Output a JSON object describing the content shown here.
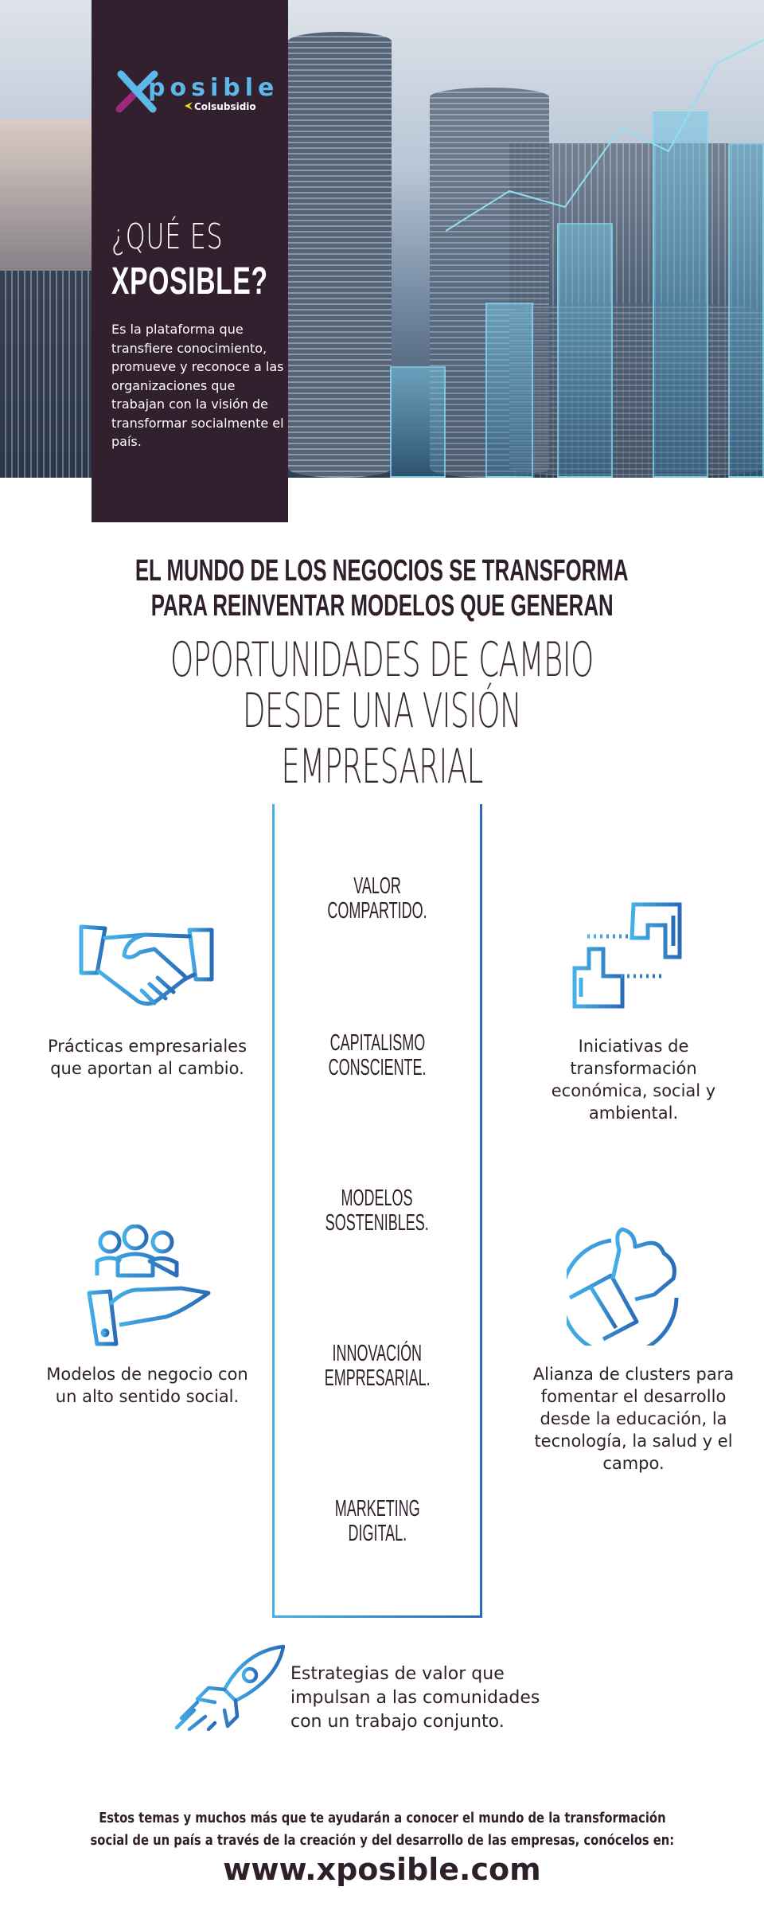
{
  "hero": {
    "brand": {
      "name": "xposible",
      "partner": "Colsubsidio"
    },
    "title_line1": "¿QUÉ ES",
    "title_line2": "XPOSIBLE?",
    "description": "Es la plataforma que transfiere conocimiento, promueve y reconoce a las organizaciones que trabajan con la visión de transformar socialmente el país."
  },
  "headline": {
    "bold_lines": [
      "EL MUNDO DE LOS NEGOCIOS SE TRANSFORMA",
      "PARA REINVENTAR MODELOS QUE GENERAN"
    ],
    "light_lines": [
      "OPORTUNIDADES DE CAMBIO",
      "DESDE UNA VISIÓN EMPRESARIAL"
    ]
  },
  "topics": [
    {
      "line1": "VALOR",
      "line2": "COMPARTIDO."
    },
    {
      "line1": "CAPITALISMO",
      "line2": "CONSCIENTE."
    },
    {
      "line1": "MODELOS",
      "line2": "SOSTENIBLES."
    },
    {
      "line1": "INNOVACIÓN",
      "line2": "EMPRESARIAL."
    },
    {
      "line1": "MARKETING",
      "line2": "DIGITAL."
    }
  ],
  "features": [
    {
      "icon": "handshake-icon",
      "text": "Prácticas empresariales que aportan al cambio."
    },
    {
      "icon": "framing-hands-icon",
      "text": "Iniciativas de transformación económica, social y ambiental."
    },
    {
      "icon": "people-in-hand-icon",
      "text": "Modelos de negocio con un alto sentido social."
    },
    {
      "icon": "thumbs-up-icon",
      "text": "Alianza de clusters para fomentar el desarrollo desde la educación, la tecnología, la salud y el campo."
    },
    {
      "icon": "rocket-icon",
      "text": "Estrategias de valor que impulsan a las comunidades con un trabajo conjunto."
    }
  ],
  "footer": {
    "lines": [
      "Estos temas y muchos más que te ayudarán a conocer el mundo de la transformación",
      "social de un país a través de la creación y del desarrollo de las empresas, conócelos en:"
    ],
    "url": "www.xposible.com"
  },
  "colors": {
    "panel": "#33202f",
    "accent_light": "#45b0e8",
    "accent_dark": "#2a6cb8",
    "text": "#2e1f2b"
  }
}
